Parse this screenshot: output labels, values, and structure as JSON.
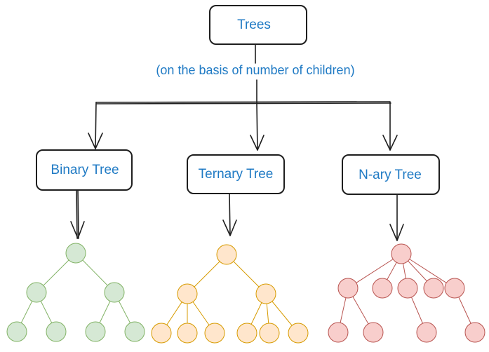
{
  "root": {
    "label": "Trees"
  },
  "caption": "(on the basis of number of children)",
  "categories": [
    {
      "key": "binary",
      "label": "Binary Tree",
      "fill": "#d5e8d4",
      "stroke": "#82b366"
    },
    {
      "key": "ternary",
      "label": "Ternary Tree",
      "fill": "#ffe6cc",
      "stroke": "#d79b00"
    },
    {
      "key": "nary",
      "label": "N-ary Tree",
      "fill": "#f8cecc",
      "stroke": "#b85450"
    }
  ],
  "colors": {
    "text": "#1f7ac4",
    "line": "#1e1e1e"
  }
}
